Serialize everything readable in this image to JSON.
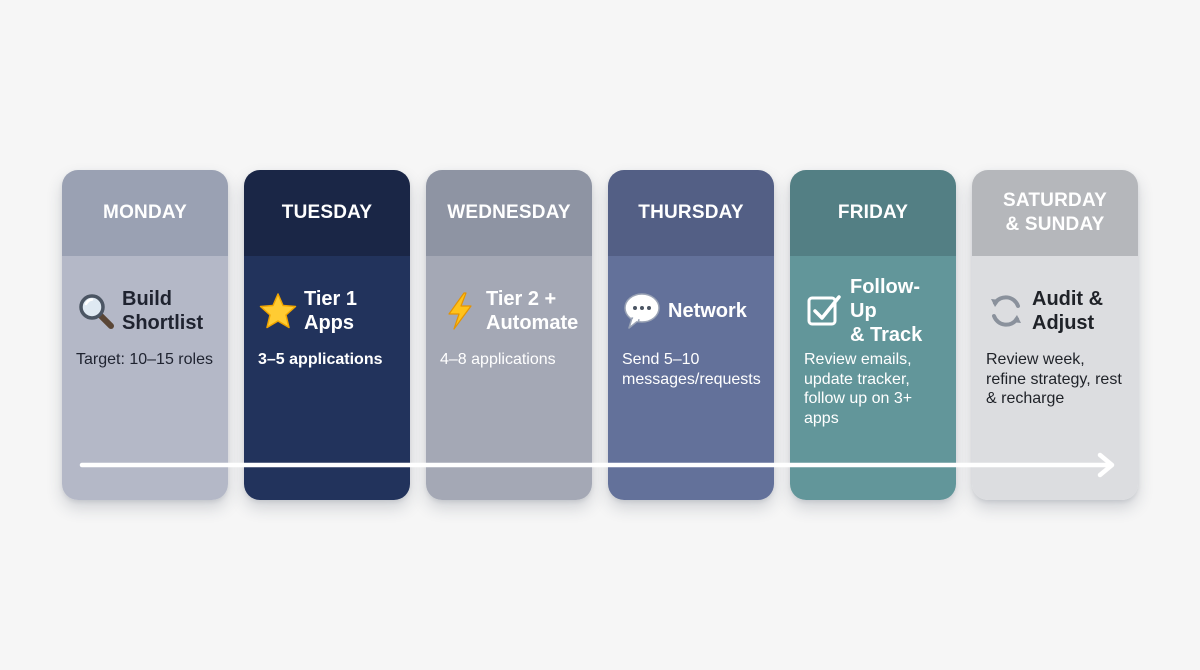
{
  "days": [
    {
      "heading": "MONDAY",
      "title": "Build\nShortlist",
      "icon": "magnifier-icon",
      "description": "Target: 10–15 roles"
    },
    {
      "heading": "TUESDAY",
      "title": "Tier 1\nApps",
      "icon": "star-icon",
      "description": "3–5 applications"
    },
    {
      "heading": "WEDNESDAY",
      "title": "Tier 2 +\nAutomate",
      "icon": "lightning-icon",
      "description": "4–8 applications"
    },
    {
      "heading": "THURSDAY",
      "title": "Network",
      "icon": "speech-bubble-icon",
      "description": "Send 5–10 messages/requests"
    },
    {
      "heading": "FRIDAY",
      "title": "Follow-Up\n& Track",
      "icon": "checkbox-icon",
      "description": "Review emails, update tracker, follow up on 3+ apps"
    },
    {
      "heading": "SATURDAY\n& SUNDAY",
      "title": "Audit &\nAdjust",
      "icon": "refresh-icon",
      "description": "Review week, refine strategy, rest & recharge"
    }
  ],
  "colors": {
    "monday": "#9aa1b3",
    "tuesday": "#1a2646",
    "wednesday": "#8e94a3",
    "thursday": "#535f85",
    "friday": "#537f84",
    "weekend": "#b5b7bb",
    "arrow": "#ffffff"
  }
}
